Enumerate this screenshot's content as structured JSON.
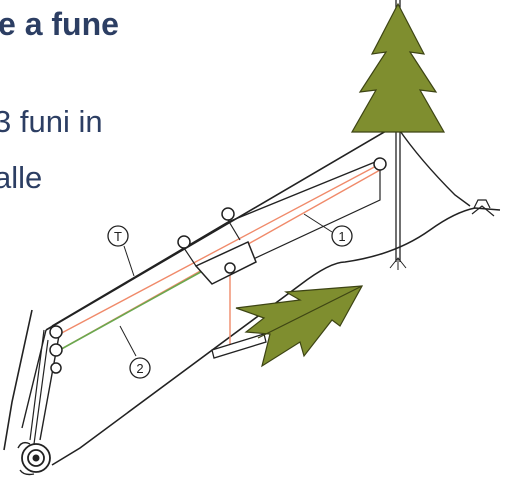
{
  "title": "e a fune",
  "text_lines": [
    "3 funi in",
    "alle"
  ],
  "markers": {
    "t": "T",
    "one": "1",
    "two": "2"
  },
  "colors": {
    "title_text": "#2c3e63",
    "line_black": "#222222",
    "line_orange": "#f08a6a",
    "line_green": "#6aa84f",
    "tree_fill": "#7f8e2f",
    "tree_stroke": "#3d4414"
  }
}
